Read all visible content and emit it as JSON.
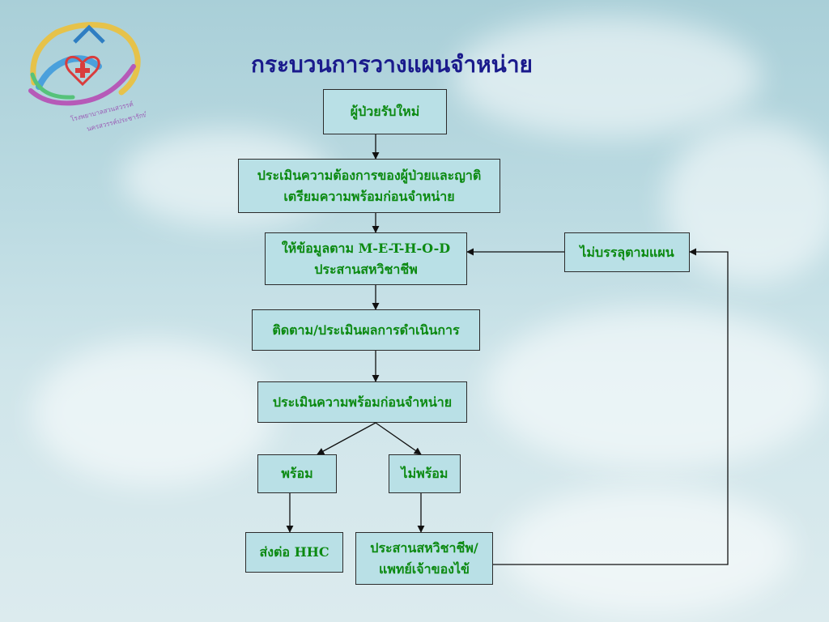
{
  "title": "กระบวนการวางแผนจำหน่าย",
  "logo": {
    "line1": "โรงพยาบาลสวนสวรรค์",
    "line2": "นครสวรรค์ประชารักษ์"
  },
  "nodes": {
    "new_patient": "ผู้ป่วยรับใหม่",
    "assess_needs": "ประเมินความต้องการของผู้ป่วยและญาติ\nเตรียมความพร้อมก่อนจำหน่าย",
    "method": "ให้ข้อมูลตาม M-E-T-H-O-D\nประสานสหวิชาชีพ",
    "not_achieved": "ไม่บรรลุตามแผน",
    "follow_up": "ติดตาม/ประเมินผลการดำเนินการ",
    "assess_ready": "ประเมินความพร้อมก่อนจำหน่าย",
    "ready": "พร้อม",
    "not_ready": "ไม่พร้อม",
    "refer_hhc": "ส่งต่อ HHC",
    "coordinate": "ประสานสหวิชาชีพ/\nแพทย์เจ้าของไข้"
  }
}
